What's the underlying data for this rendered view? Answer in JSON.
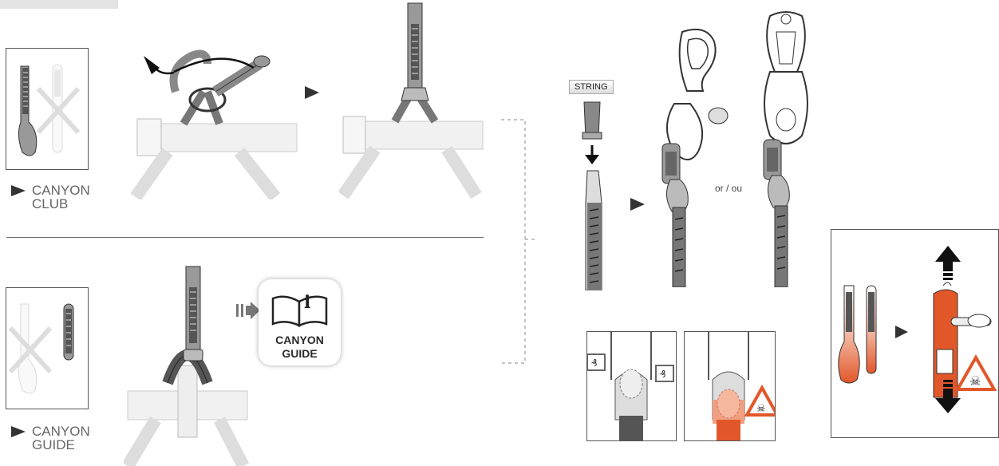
{
  "sections": {
    "club_label": [
      "CANYON",
      "CLUB"
    ],
    "guide_label": [
      "CANYON",
      "GUIDE"
    ]
  },
  "guide_book": {
    "icon_letter": "i",
    "title_lines": [
      "CANYON",
      "GUIDE"
    ]
  },
  "string_label": "STRING",
  "or_label": "or / ou",
  "colors": {
    "gray": "#8a8a8a",
    "dark": "#2a2a2a",
    "light": "#ededed",
    "orange": "#e2572a"
  }
}
